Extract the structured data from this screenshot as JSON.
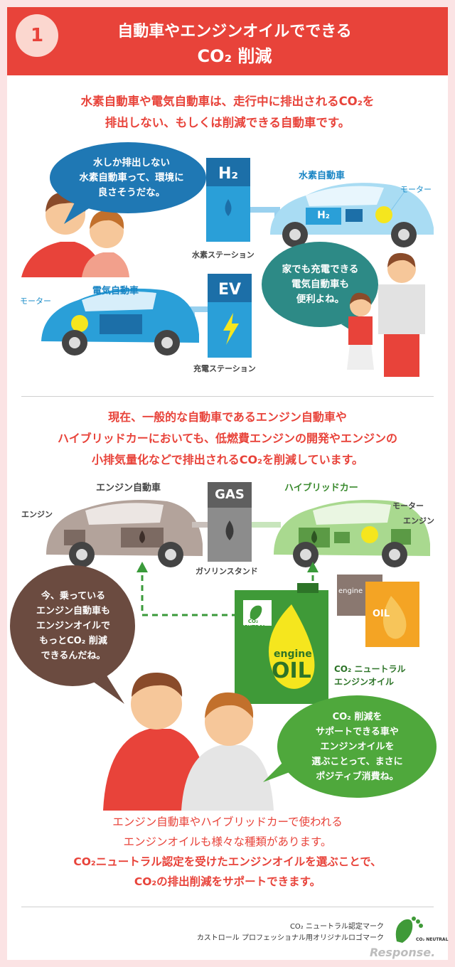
{
  "header": {
    "number": "1",
    "title_line1": "自動車やエンジンオイルでできる",
    "title_line2": "CO₂ 削減"
  },
  "section1": {
    "intro_line1": "水素自動車や電気自動車は、走行中に排出されるCO₂を",
    "intro_line2": "排出しない、もしくは削減できる自動車です。",
    "bubble_man": [
      "水しか排出しない",
      "水素自動車って、環境に",
      "良さそうだな。"
    ],
    "bubble_family": [
      "家でも充電できる",
      "電気自動車も",
      "便利よね。"
    ],
    "h2_station_sign": "H₂",
    "h2_station_label": "水素ステーション",
    "h2_car_label": "水素自動車",
    "h2_car_tank": "H₂",
    "motor_label_right": "モーター",
    "ev_station_sign": "EV",
    "ev_station_label": "充電ステーション",
    "ev_car_label": "電気自動車",
    "motor_label_left": "モーター"
  },
  "section2": {
    "intro_line1": "現在、一般的な自動車であるエンジン自動車や",
    "intro_line2": "ハイブリッドカーにおいても、低燃費エンジンの開発やエンジンの",
    "intro_line3": "小排気量化などで排出されるCO₂を削減しています。",
    "engine_car_label": "エンジン自動車",
    "engine_label_left": "エンジン",
    "gas_sign": "GAS",
    "gas_station_label": "ガソリンスタンド",
    "hybrid_car_label": "ハイブリッドカー",
    "hybrid_motor_label": "モーター",
    "hybrid_engine_label": "エンジン",
    "bubble_brown": [
      "今、乗っている",
      "エンジン自動車も",
      "エンジンオイルで",
      "もっとCO₂ 削減",
      "できるんだね。"
    ],
    "bubble_green": [
      "CO₂ 削減を",
      "サポートできる車や",
      "エンジンオイルを",
      "選ぶことって、まさに",
      "ポジティブ消費ね。"
    ],
    "oil_can_engine": "engine",
    "oil_can_oil": "OIL",
    "co2_neutral_label_1": "CO₂ ニュートラル",
    "co2_neutral_label_2": "エンジンオイル",
    "neutral_mark_text": "CO₂ NEUTRAL",
    "small_can_engine": "engine",
    "small_can_oil": "OIL"
  },
  "conclusion": {
    "line1": "エンジン自動車やハイブリッドカーで使われる",
    "line2": "エンジンオイルも様々な種類があります。",
    "line3": "CO₂ニュートラル認定を受けたエンジンオイルを選ぶことで、",
    "line4": "CO₂の排出削減をサポートできます。"
  },
  "footer": {
    "logo_caption_1": "CO₂ ニュートラル認定マーク",
    "logo_caption_2": "カストロール プロフェッショナル用オリジナルロゴマーク",
    "watermark": "Response."
  },
  "colors": {
    "accent_red": "#e8433a",
    "blue": "#1f78b4",
    "green": "#58a83a",
    "brown": "#6b4b40",
    "yellow": "#f5e61e"
  }
}
